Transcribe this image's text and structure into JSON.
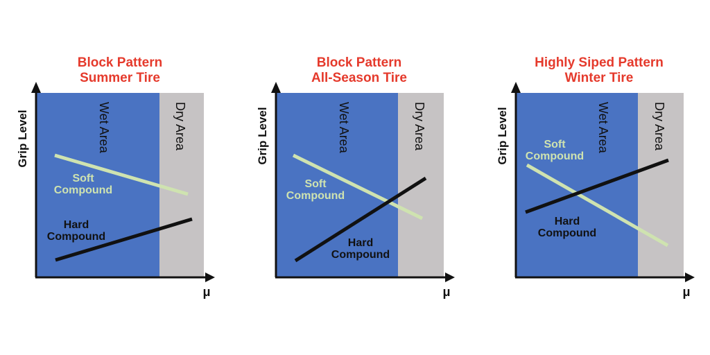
{
  "colors": {
    "wet_area": "#4a73c2",
    "dry_area": "#c6c3c4",
    "soft_compound": "#cfe3b0",
    "hard_compound": "#111111",
    "title": "#e53a2c",
    "axis": "#111111"
  },
  "panels": [
    {
      "title_line1": "Block Pattern",
      "title_line2": "Summer Tire",
      "y_axis_label": "Grip Level",
      "x_axis_label": "μ",
      "wet_label": "Wet Area",
      "dry_label": "Dry Area",
      "soft_label_line1": "Soft",
      "soft_label_line2": "Compound",
      "hard_label_line1": "Hard",
      "hard_label_line2": "Compound"
    },
    {
      "title_line1": "Block Pattern",
      "title_line2": "All-Season Tire",
      "y_axis_label": "Grip Level",
      "x_axis_label": "μ",
      "wet_label": "Wet Area",
      "dry_label": "Dry Area",
      "soft_label_line1": "Soft",
      "soft_label_line2": "Compound",
      "hard_label_line1": "Hard",
      "hard_label_line2": "Compound"
    },
    {
      "title_line1": "Highly Siped Pattern",
      "title_line2": "Winter Tire",
      "y_axis_label": "Grip Level",
      "x_axis_label": "μ",
      "wet_label": "Wet Area",
      "dry_label": "Dry Area",
      "soft_label_line1": "Soft",
      "soft_label_line2": "Compound",
      "hard_label_line1": "Hard",
      "hard_label_line2": "Compound"
    }
  ]
}
